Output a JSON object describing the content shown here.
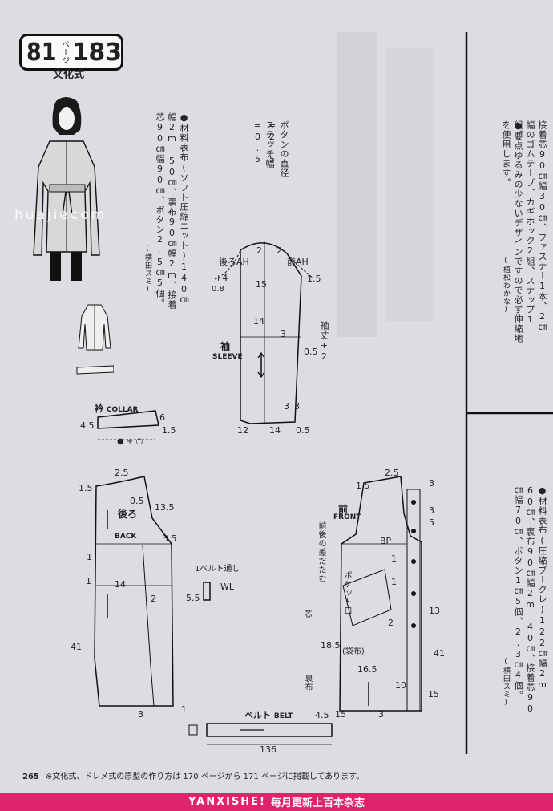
{
  "header": {
    "page_left": "81",
    "page_marker": "ページ",
    "page_right": "183",
    "style_label": "文化式"
  },
  "watermark": "huajiecom",
  "notes": {
    "materials_title": "●材料",
    "materials_text": "表布(ソフト圧縮ニット)140㎝幅2m 50㎝、裏布90㎝幅2m、接着芯90㎝幅90㎝、ボタン2.5㎝5個。",
    "author1": "(横田スミ)",
    "button_note": "ボタンの直径=2.5",
    "stitch_note": "ステッチ幅=0.5"
  },
  "right_column": {
    "text1": "接着芯90㎝幅30㎝、ファスナー1本、2㎝幅のゴムテープ、カギホック2組、スナップ1組。",
    "points_title": "●要点",
    "points_text": "ゆるみの少ないデザインですので必ず伸縮地を使用します。",
    "author2": "(植松わかな)",
    "materials2_title": "●材料",
    "materials2_text": "表布(圧縮ブークレ)122㎝幅2m 60㎝、裏布90㎝幅2m 40㎝、接着芯90㎝幅70㎝、ボタン1㎝5個、2.3㎝4個。",
    "author3": "(横田スミ)"
  },
  "labels": {
    "sleeve": "袖",
    "sleeve_en": "SLEEVE",
    "back_ah": "後ろAH",
    "front_ah": "前AH",
    "sleeve_length": "袖丈+2",
    "collar": "衿",
    "collar_en": "COLLAR",
    "collar_formula": "● + ○",
    "back": "後ろ",
    "back_en": "BACK",
    "front": "前",
    "front_en": "FRONT",
    "belt_loop": "1ベルト通し",
    "wl": "WL",
    "belt": "ベルト",
    "belt_en": "BELT",
    "dart": "前後の差だたむ",
    "pocket": "ポケット口",
    "pocket_bag": "(袋布)",
    "core": "芯",
    "lining": "裏布",
    "bp": "BP"
  },
  "numbers": {
    "s_2a": "2",
    "s_2b": "2",
    "s_4": "+4",
    "s_08": "0.8",
    "s_15a": "15",
    "s_15b": "1.5",
    "s_14": "14",
    "s_3a": "3",
    "s_05a": "0.5",
    "s_3b": "3",
    "s_3c": "3",
    "s_12": "12",
    "s_14b": "14",
    "s_05b": "0.5",
    "c_45": "4.5",
    "c_6": "6",
    "c_15": "1.5",
    "b_25": "2.5",
    "b_15": "1.5",
    "b_05": "0.5",
    "b_135": "13.5",
    "b_35": "3.5",
    "b_1a": "1",
    "b_14": "14",
    "b_1b": "1",
    "b_2": "2",
    "b_41": "41",
    "b_1c": "1",
    "b_3": "3",
    "f_25": "2.5",
    "f_3a": "3",
    "f_3b": "3",
    "f_5": "5",
    "f_15a": "1.5",
    "f_13": "13",
    "f_185": "18.5",
    "f_165": "16.5",
    "f_1a": "1",
    "f_1b": "1",
    "f_2": "2",
    "f_41": "41",
    "f_10": "10",
    "f_15b": "15",
    "f_15c": "15",
    "f_3c": "3",
    "wl_55": "5.5",
    "belt_45": "4.5",
    "belt_136": "136"
  },
  "footer": {
    "page_number": "265",
    "note": "※文化式、ドレメ式の原型の作り方は 170 ページから 171 ページに掲載してあります。",
    "banner_brand": "YANXISHE!",
    "banner_text": "每月更新上百本杂志"
  }
}
